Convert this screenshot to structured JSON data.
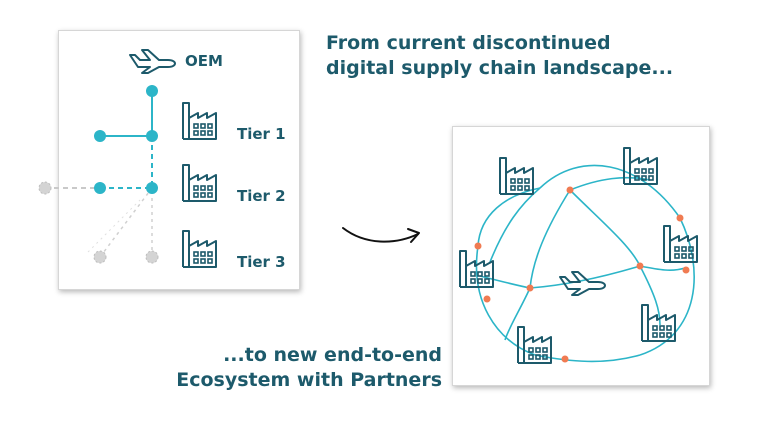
{
  "headings": {
    "current_line1": "From current discontinued",
    "current_line2": "digital supply chain landscape...",
    "new_line1": "...to new end-to-end",
    "new_line2": "Ecosystem with Partners"
  },
  "left_diagram": {
    "oem_label": "OEM",
    "tiers": [
      "Tier 1",
      "Tier 2",
      "Tier 3"
    ]
  },
  "colors": {
    "text": "#1d5a6b",
    "node": "#2cb5c8",
    "connector": "#f07b52",
    "inactive_node": "#d4d4d4",
    "icon_stroke": "#1d5a6b"
  },
  "icons": {
    "oem": "airplane-icon",
    "tier": "factory-icon",
    "hub": "airplane-icon",
    "partner": "factory-icon",
    "transition": "curved-arrow-icon"
  }
}
